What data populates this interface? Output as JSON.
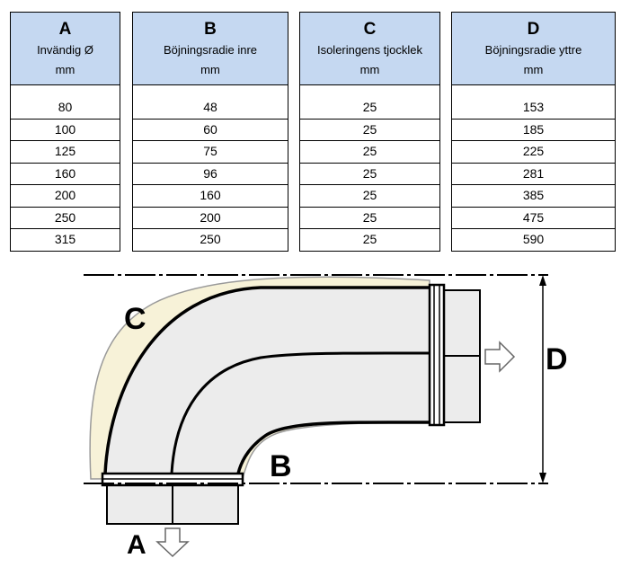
{
  "table": {
    "columns": [
      {
        "letter": "A",
        "label": "Invändig Ø",
        "unit": "mm",
        "values": [
          "80",
          "100",
          "125",
          "160",
          "200",
          "250",
          "315"
        ]
      },
      {
        "letter": "B",
        "label": "Böjningsradie inre",
        "unit": "mm",
        "values": [
          "48",
          "60",
          "75",
          "96",
          "160",
          "200",
          "250"
        ]
      },
      {
        "letter": "C",
        "label": "Isoleringens tjocklek",
        "unit": "mm",
        "values": [
          "25",
          "25",
          "25",
          "25",
          "25",
          "25",
          "25"
        ]
      },
      {
        "letter": "D",
        "label": "Böjningsradie yttre",
        "unit": "mm",
        "values": [
          "153",
          "185",
          "225",
          "281",
          "385",
          "475",
          "590"
        ]
      }
    ]
  },
  "diagram": {
    "label_a": "A",
    "label_b": "B",
    "label_c": "C",
    "label_d": "D"
  },
  "colors": {
    "header_bg": "#c5d8f1",
    "insulation": "#f7f2d8",
    "pipe_fill": "#ececec"
  }
}
